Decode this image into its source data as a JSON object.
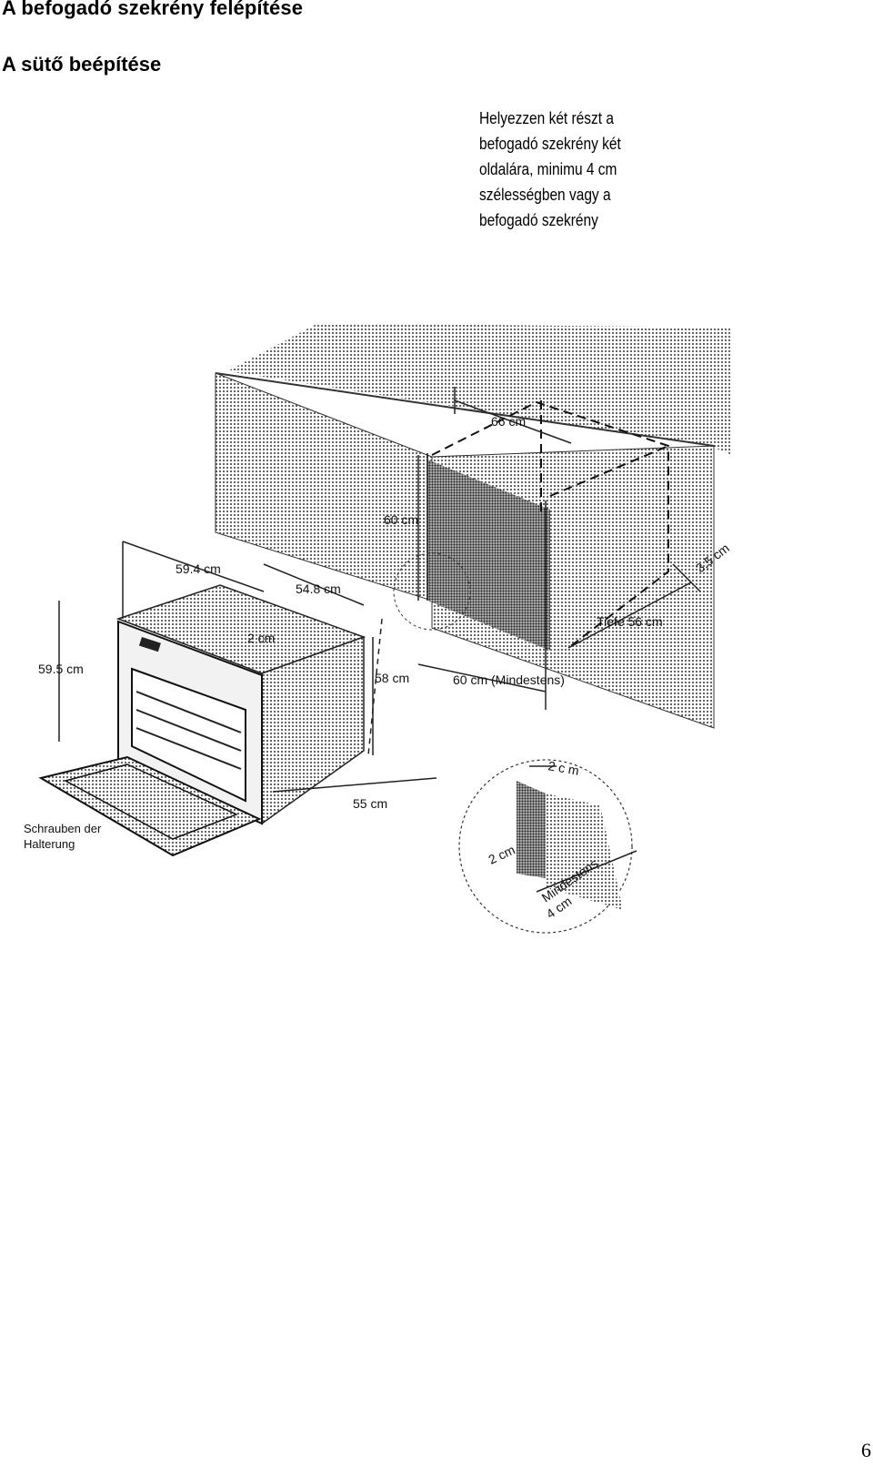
{
  "heading": "A befogadó szekrény felépítése",
  "subheading": "A sütő beépítése",
  "instructions": [
    "Helyezzen két részt a",
    "befogadó szekrény  két",
    "oldalára,  minimu 4 cm",
    "szélességben vagy a",
    "befogadó szekrény"
  ],
  "diagram": {
    "labels": {
      "d66": "66 cm",
      "d60": "60 cm",
      "d59_4": "59.4 cm",
      "d54_8": "54.8 cm",
      "d59_5": "59.5 cm",
      "d2": "2 cm",
      "d58": "58 cm",
      "d60min": "60 cm (Mindestens)",
      "d55": "55 cm",
      "d3_5": "3,5 cm",
      "tiefe": "Tiefe 56 cm",
      "screws1": "Schrauben der",
      "screws2": "Halterung",
      "det2a": "2  c m",
      "det2b": "2 cm",
      "detMin": "Mindestens",
      "det4": "4 cm"
    }
  },
  "page_number": "6"
}
